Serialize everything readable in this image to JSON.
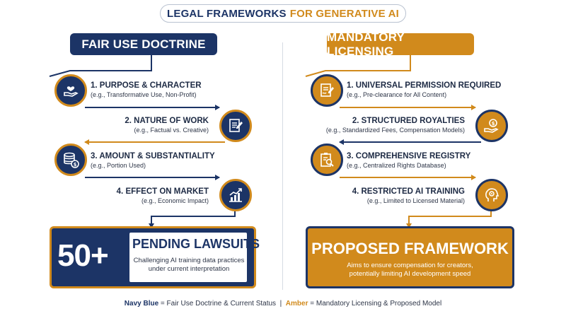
{
  "title": {
    "part1": "LEGAL FRAMEWORKS",
    "part2": "FOR GENERATIVE AI"
  },
  "left": {
    "header": "FAIR USE DOCTRINE",
    "steps": [
      {
        "title": "1. PURPOSE & CHARACTER",
        "sub": "(e.g., Transformative Use, Non-Profit)",
        "icon": "heart-hand-icon"
      },
      {
        "title": "2. NATURE OF WORK",
        "sub": "(e.g., Factual vs. Creative)",
        "icon": "document-pen-icon"
      },
      {
        "title": "3. AMOUNT & SUBSTANTIALITY",
        "sub": "(e.g., Portion Used)",
        "icon": "coins-stack-icon"
      },
      {
        "title": "4. EFFECT ON MARKET",
        "sub": "(e.g., Economic Impact)",
        "icon": "growth-chart-icon"
      }
    ],
    "box": {
      "number": "50+",
      "title": "PENDING LAWSUITS",
      "sub1": "Challenging AI training data practices",
      "sub2": "under current interpretation"
    }
  },
  "right": {
    "header": "MANDATORY LICENSING",
    "steps": [
      {
        "title": "1. UNIVERSAL PERMISSION REQUIRED",
        "sub": "(e.g., Pre-clearance for All Content)",
        "icon": "signed-document-icon"
      },
      {
        "title": "2. STRUCTURED ROYALTIES",
        "sub": "(e.g., Standardized Fees, Compensation Models)",
        "icon": "hand-money-icon"
      },
      {
        "title": "3. COMPREHENSIVE REGISTRY",
        "sub": "(e.g., Centralized Rights Database)",
        "icon": "clipboard-search-icon"
      },
      {
        "title": "4. RESTRICTED AI TRAINING",
        "sub": "(e.g., Limited to Licensed Material)",
        "icon": "head-gear-icon"
      }
    ],
    "box": {
      "title": "PROPOSED FRAMEWORK",
      "sub1": "Aims to ensure compensation for creators,",
      "sub2": "potentially limiting AI development speed"
    }
  },
  "legend": {
    "navy_label": "Navy Blue",
    "navy_text": " = Fair Use Doctrine & Current Status",
    "separator": "  |  ",
    "amber_label": "Amber",
    "amber_text": " = Mandatory Licensing & Proposed Model"
  },
  "colors": {
    "navy": "#1c3466",
    "amber": "#d18a1c"
  }
}
